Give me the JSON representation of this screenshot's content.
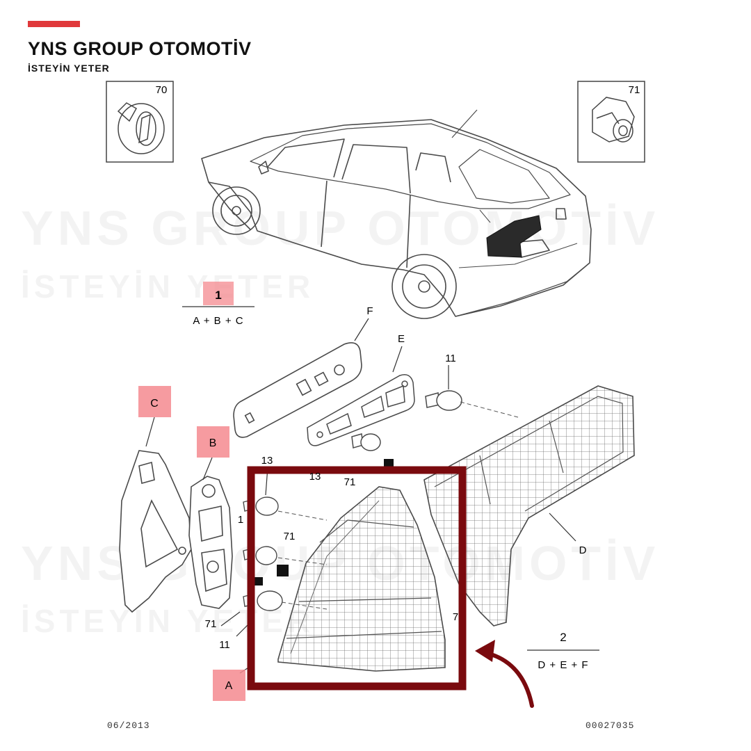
{
  "brand": {
    "title": "YNS GROUP OTOMOTİV",
    "subtitle": "İSTEYİN YETER",
    "accent": "#e0393b"
  },
  "watermark": {
    "title": "YNS GROUP OTOMOTİV",
    "subtitle": "İSTEYİN YETER"
  },
  "callouts": {
    "insert_70": "70",
    "insert_71": "71",
    "group1_number": "1",
    "group1_formula": "A + B + C",
    "group2_number": "2",
    "group2_formula": "D + E + F",
    "label_A": "A",
    "label_B": "B",
    "label_C": "C",
    "label_D": "D",
    "label_E": "E",
    "label_F": "F",
    "bulb_11_top": "11",
    "bulb_13": "13",
    "bulb_13b": "13",
    "clip_71_top": "71",
    "clip_71_mid": "71",
    "clip_71_left": "71",
    "bulb_11_left": "11",
    "bulb_1_left": "1",
    "clip_7_right": "7"
  },
  "footer": {
    "date": "06/2013",
    "code": "00027035"
  },
  "colors": {
    "highlight_box": "#7a0a0e",
    "label_fill": "#f48a8f",
    "arrow": "#7a0a0e",
    "line": "#4a4a4a"
  }
}
